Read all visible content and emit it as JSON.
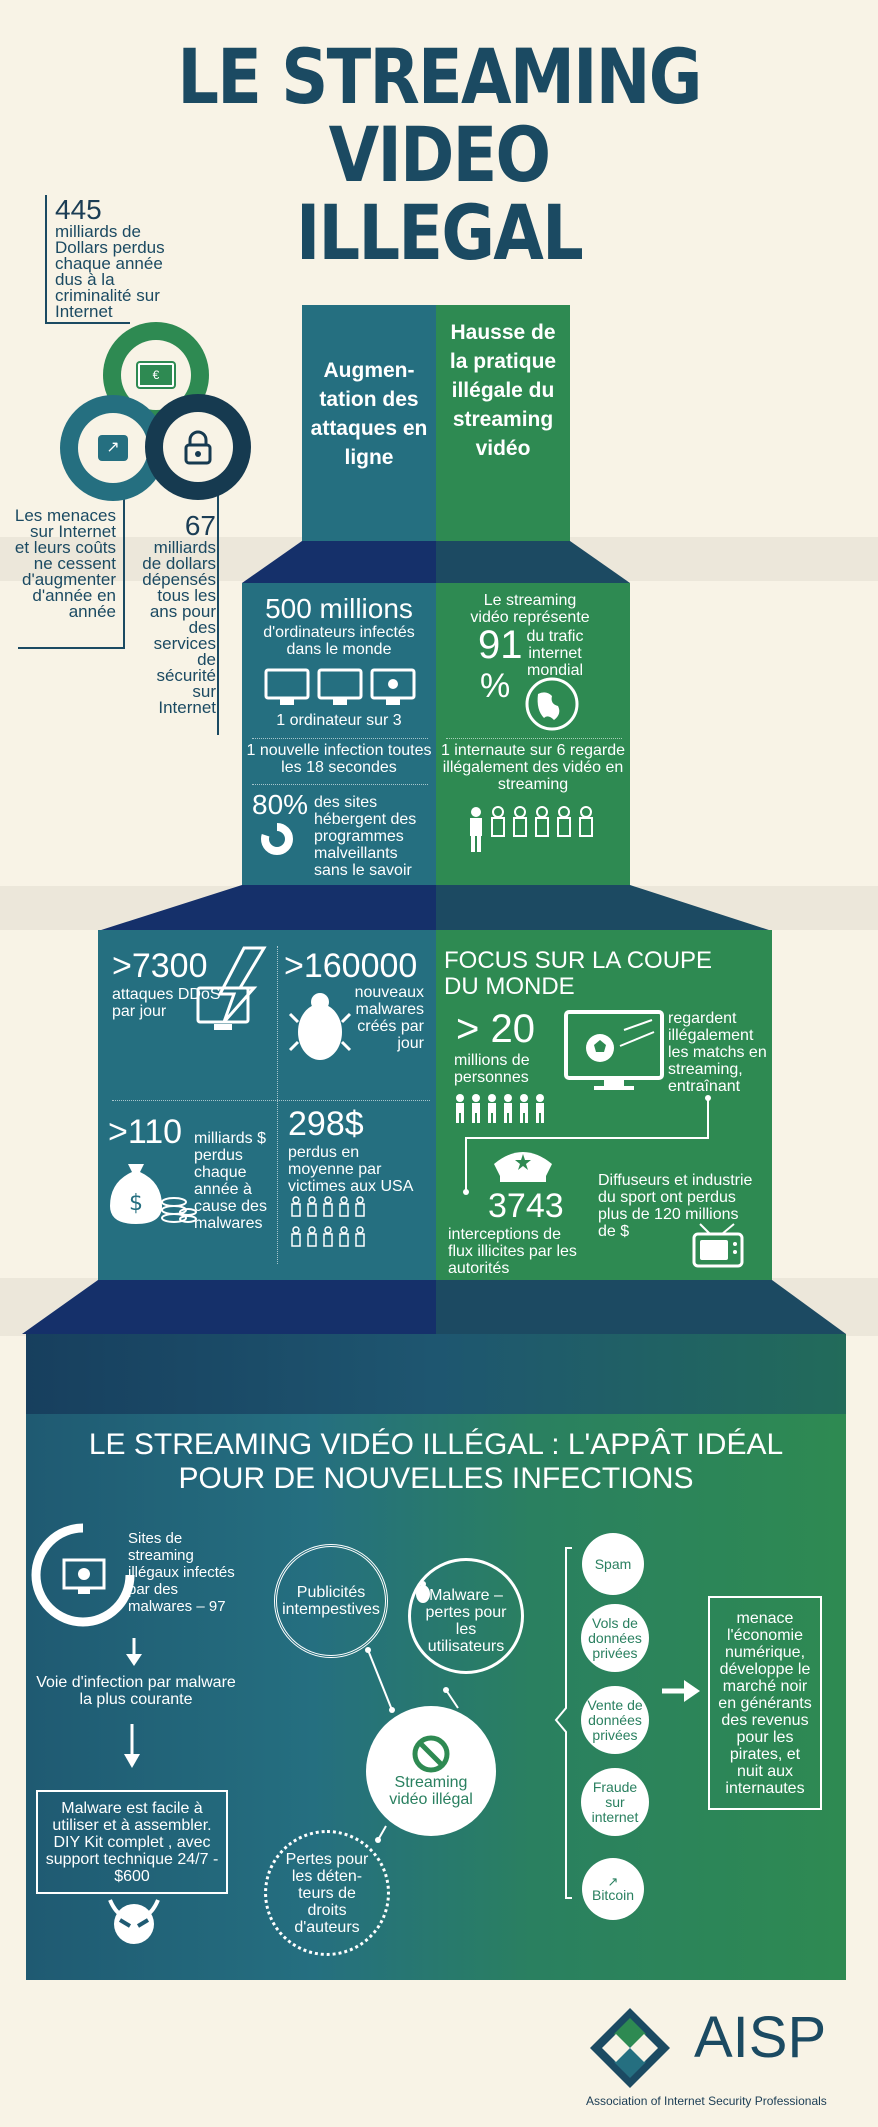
{
  "title": {
    "line1": "LE STREAMING",
    "line2": "VIDEO",
    "line3": "ILLEGAL"
  },
  "side_top": {
    "number": "445",
    "text": "milliards de Dollars perdus chaque année dus à la criminalité sur Internet"
  },
  "side_left": {
    "text": "Les menaces sur Internet et leurs coûts ne cessent d'augmenter d'année en année"
  },
  "side_right": {
    "number": "67",
    "text": "milliards de dollars dépensés tous les ans pour des services de sécurité sur Internet"
  },
  "col_left_title": "Augmen-tation des attaques en ligne",
  "col_right_title": "Hausse de la pratique illégale du streaming vidéo",
  "tier2": {
    "left": {
      "headline": "500 millions",
      "sub": "d'ordinateurs infectés dans le monde",
      "ratio": "1 ordinateur sur 3",
      "infection": "1 nouvelle infection toutes les 18 secondes",
      "percent": "80%",
      "percent_text": "des sites hébergent des programmes malveillants sans le savoir"
    },
    "right": {
      "intro": "Le streaming vidéo représente",
      "number": "91",
      "percent_sign": "%",
      "rest": "du trafic internet mondial",
      "ratio": "1 internaute sur 6 regarde illégalement des vidéo en streaming"
    }
  },
  "tier3": {
    "ddos_num": ">7300",
    "ddos_text": "attaques DDoS par jour",
    "malware_num": ">160000",
    "malware_text": "nouveaux malwares créés par jour",
    "loss_num": ">110",
    "loss_text": "milliards $ perdus chaque année à cause des malwares",
    "victim_num": "298$",
    "victim_text": "perdus en moyenne par victimes aux USA",
    "focus_title": "FOCUS SUR LA COUPE DU MONDE",
    "wc_num": "> 20",
    "wc_sub": "millions de personnes",
    "wc_watch": "regardent illégalement les matchs en streaming, entraînant",
    "interceptions_num": "3743",
    "interceptions_text": "interceptions de flux illicites par les autorités",
    "broadcasters_text": "Diffuseurs et industrie du sport ont perdus plus de 120 millions de $"
  },
  "bottom": {
    "title_line1": "LE STREAMING VIDÉO ILLÉGAL : L'APPÂT IDÉAL",
    "title_line2": "POUR DE NOUVELLES INFECTIONS",
    "sites_text": "Sites de streaming illégaux infectés par des malwares – 97",
    "vector_text": "Voie d'infection par malware la plus courante",
    "kit_text": "Malware est facile à utiliser et à assembler. DIY Kit complet , avec support technique 24/7 - $600",
    "pub_text": "Publicités intempestives",
    "malware_text": "Malware – pertes pour les utilisateurs",
    "center_text": "Streaming vidéo illégal",
    "rights_text": "Pertes pour les déten-teurs de droits d'auteurs",
    "list": [
      "Spam",
      "Vols de données privées",
      "Vente de données privées",
      "Fraude sur internet",
      "Bitcoin"
    ],
    "threat_text": "menace l'économie numérique, développe le marché noir en générants des revenus pour les pirates, et nuit aux internautes"
  },
  "footer": {
    "logo": "AISP",
    "org": "Association of Internet Security Professionals"
  },
  "colors": {
    "navy": "#1b4a62",
    "teal": "#256f80",
    "green": "#2e8a52",
    "dark_blue": "#15306a",
    "bg": "#f8f3e6"
  }
}
